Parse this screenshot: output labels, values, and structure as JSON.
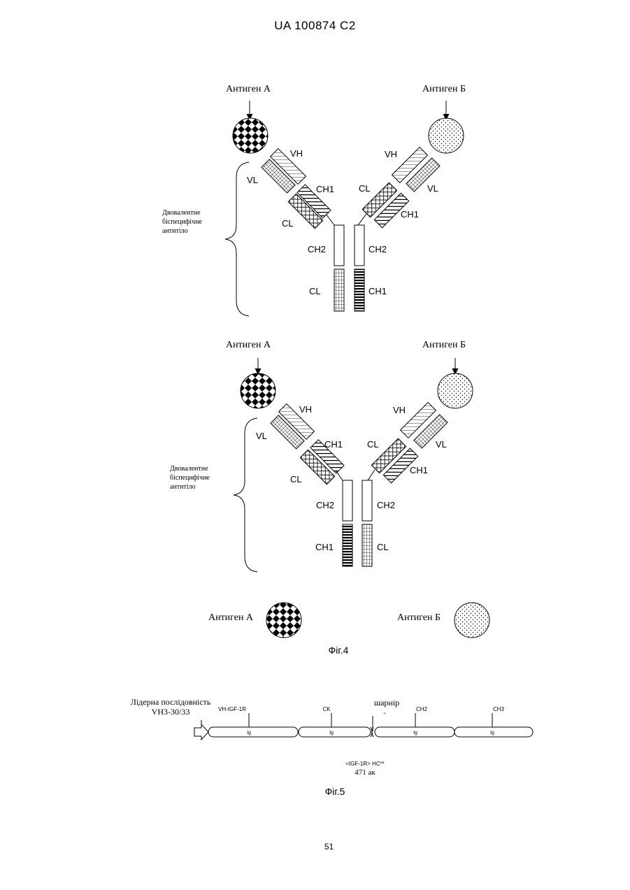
{
  "header": "UA   100874   C2",
  "page_number": "51",
  "fig4": {
    "caption": "Фіг.4",
    "antigen_a": "Антиген А",
    "antigen_b": "Антиген Б",
    "bracket_label_top": {
      "line1": "Двовалентне",
      "line2": "біспецифічне",
      "line3": "антитіло"
    },
    "bracket_label_bottom": {
      "line1": "Двовалентне",
      "line2": "біспецифічне",
      "line3": "антитіло"
    },
    "top": {
      "left_arm": {
        "vh": "VH",
        "vl": "VL",
        "ch1": "CH1",
        "cl": "CL"
      },
      "right_arm": {
        "vh": "VH",
        "vl": "VL",
        "ch1": "CH1",
        "cl": "CL"
      },
      "stem": {
        "ch2_left": "CH2",
        "ch2_right": "CH2",
        "bottom_left": "CL",
        "bottom_right": "CH1"
      }
    },
    "bottom": {
      "left_arm": {
        "vh": "VH",
        "vl": "VL",
        "ch1": "CH1",
        "cl": "CL"
      },
      "right_arm": {
        "vh": "VH",
        "vl": "VL",
        "ch1": "CH1",
        "cl": "CL"
      },
      "stem": {
        "ch2_left": "CH2",
        "ch2_right": "CH2",
        "bottom_left": "CH1",
        "bottom_right": "CL"
      }
    }
  },
  "fig5": {
    "caption": "Фіг.5",
    "leader_line1": "Лідерна послідовність",
    "leader_line2": "VH3-30/33",
    "hinge": "шарнір",
    "hinge_dash": "-",
    "segments": {
      "vh": "VH-IGF-1R",
      "ck": "CK",
      "ch2": "CH2",
      "ch3": "CH3"
    },
    "ig_label": "Ig",
    "construct_name": "<IGF-1R> HC**",
    "construct_length": "471 ак"
  }
}
